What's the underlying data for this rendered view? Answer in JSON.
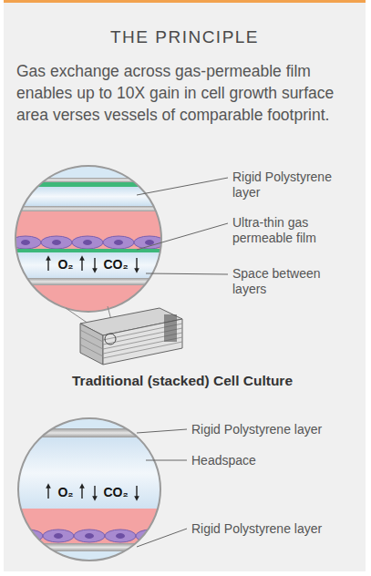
{
  "diagram": {
    "title": "THE PRINCIPLE",
    "labels": [
      "Gas exchange across gas-permeable film enables up to 10X gain in cell growth surface area verses vessels of comparable footprint.",
      "Rigid Polystyrene layer",
      "Ultra-thin gas permeable film",
      "O₂",
      "CO₂",
      "Space between layers",
      "Traditional (stacked) Cell Culture",
      "Rigid Polystyrene layer",
      "Headspace",
      "O₂",
      "CO₂",
      "Rigid Polystyrene layer"
    ]
  }
}
